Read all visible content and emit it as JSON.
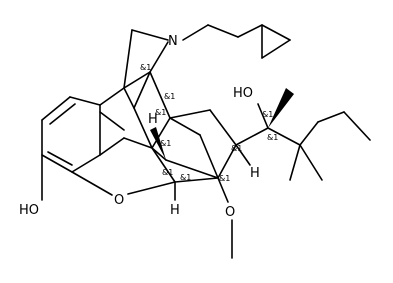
{
  "atom_labels": {
    "n": "N",
    "oh_top": "HO",
    "oh_left": "HO",
    "o_ring": "O",
    "o_methoxy": "O",
    "h_upper": "H",
    "h_right": "H",
    "h_lower": "H"
  },
  "stereo_labels": {
    "s1": "&1",
    "s2": "&1",
    "s3": "&1",
    "s4": "&1",
    "s5": "&1",
    "s6": "&1",
    "s7": "&1",
    "s8": "&1",
    "s9": "&1",
    "s10": "&1"
  }
}
